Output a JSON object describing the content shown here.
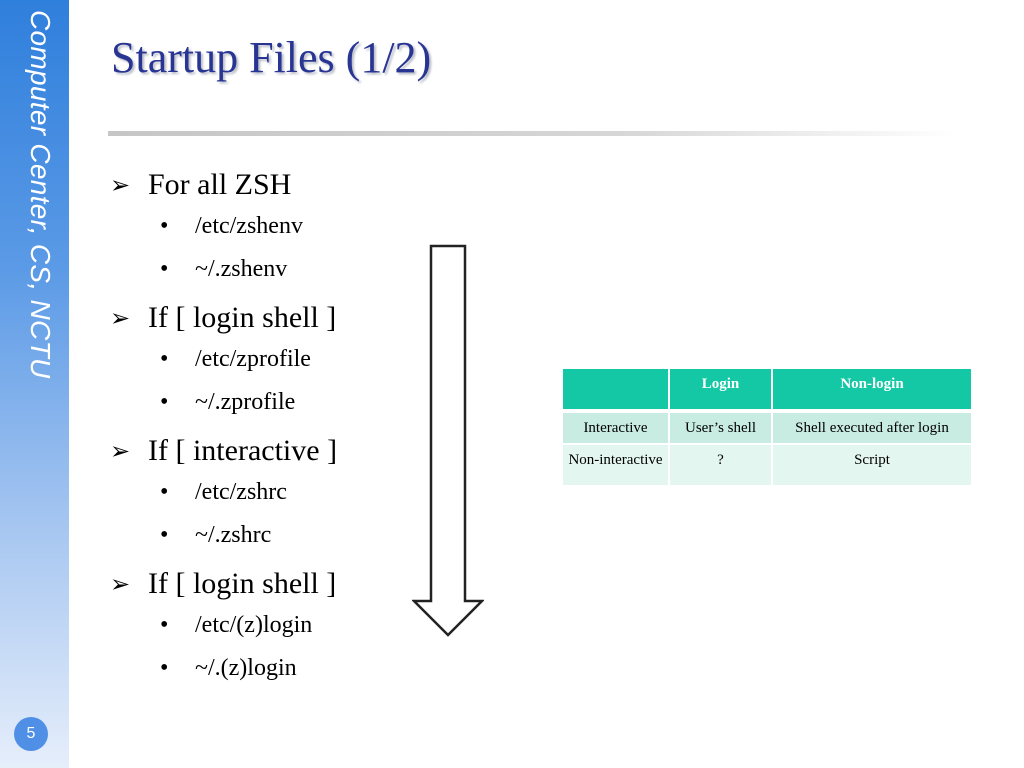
{
  "sidebar": {
    "text": "Computer Center, CS, NCTU"
  },
  "page_number": "5",
  "title": "Startup Files (1/2)",
  "bullets": [
    {
      "label": "For all ZSH",
      "items": [
        "/etc/zshenv",
        "~/.zshenv"
      ]
    },
    {
      "label": "If [ login shell ]",
      "items": [
        "/etc/zprofile",
        "~/.zprofile"
      ]
    },
    {
      "label": "If [ interactive ]",
      "items": [
        "/etc/zshrc",
        "~/.zshrc"
      ]
    },
    {
      "label": "If [ login shell ]",
      "items": [
        "/etc/(z)login",
        "~/.(z)login"
      ]
    }
  ],
  "table": {
    "headers": [
      "",
      "Login",
      "Non-login"
    ],
    "rows": [
      [
        "Interactive",
        "User’s shell",
        "Shell executed after login"
      ],
      [
        "Non-interactive",
        "?",
        "Script"
      ]
    ]
  },
  "colors": {
    "title": "#283593",
    "table_header": "#14c8a5",
    "table_row_odd": "#c8ece1",
    "table_row_even": "#e4f6f0",
    "sidebar_top": "#2f7fdc"
  },
  "icons": {
    "level1_marker": "arrowhead-bullet-icon",
    "level2_marker": "round-bullet-icon",
    "flow": "down-arrow-icon"
  }
}
